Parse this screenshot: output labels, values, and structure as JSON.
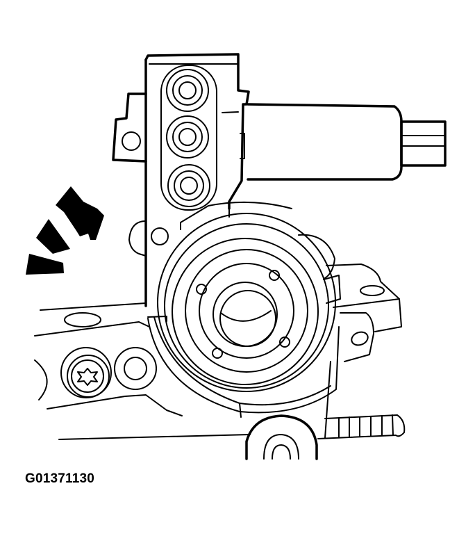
{
  "figure": {
    "code": "G01371130",
    "subject": "motor-assembly-line-drawing",
    "components": [
      "electric-motor",
      "connector-block",
      "drive-gear-housing",
      "mounting-bracket",
      "torx-bolt",
      "threaded-stud",
      "direction-arrow"
    ],
    "colors": {
      "line": "#000000",
      "background": "#ffffff"
    }
  }
}
